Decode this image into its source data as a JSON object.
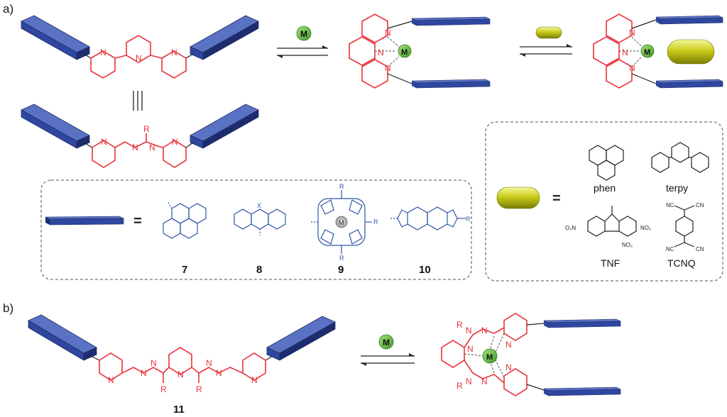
{
  "panels": {
    "a_label": "a)",
    "b_label": "b)"
  },
  "metal_label": "M",
  "substituent_R": "R",
  "atom_N": "N",
  "equivalence_sign": "=",
  "unit_legend": {
    "compounds": [
      "7",
      "8",
      "9",
      "10"
    ],
    "anthracene_X": "X"
  },
  "guest_legend": {
    "guests": [
      "phen",
      "terpy",
      "TNF",
      "TCNQ"
    ],
    "tnf_no2": "NO₂",
    "tnf_o2n": "O₂N",
    "tcnq_cn": "CN",
    "tcnq_nc": "NC"
  },
  "compound_11_label": "11",
  "colors": {
    "ligand_red": "#e8333a",
    "panel_blue": "#2f56a6",
    "metal_green": "#5bb43a",
    "guest_yellow": "#c9cc1a"
  }
}
